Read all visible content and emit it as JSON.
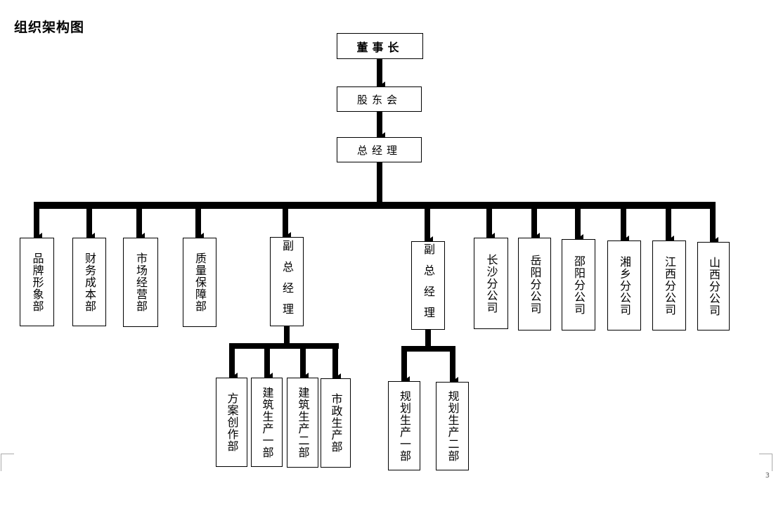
{
  "title": "组织架构图",
  "page_number": "3",
  "nodes": {
    "chairman": "董事长",
    "shareholders": "股东会",
    "general_manager": "总经理",
    "brand": "品牌形象部",
    "finance": "财务成本部",
    "marketing": "市场经营部",
    "quality": "质量保障部",
    "vgm1": "副总经理",
    "vgm2": "副总经理",
    "changsha": "长沙分公司",
    "yueyang": "岳阳分公司",
    "shaoyang": "邵阳分公司",
    "xiangxiang": "湘乡分公司",
    "jiangxi": "江西分公司",
    "shanxi": "山西分公司",
    "design": "方案创作部",
    "build1": "建筑生产一部",
    "build2": "建筑生产二部",
    "municipal": "市政生产部",
    "plan1": "规划生产一部",
    "plan2": "规划生产二部"
  }
}
